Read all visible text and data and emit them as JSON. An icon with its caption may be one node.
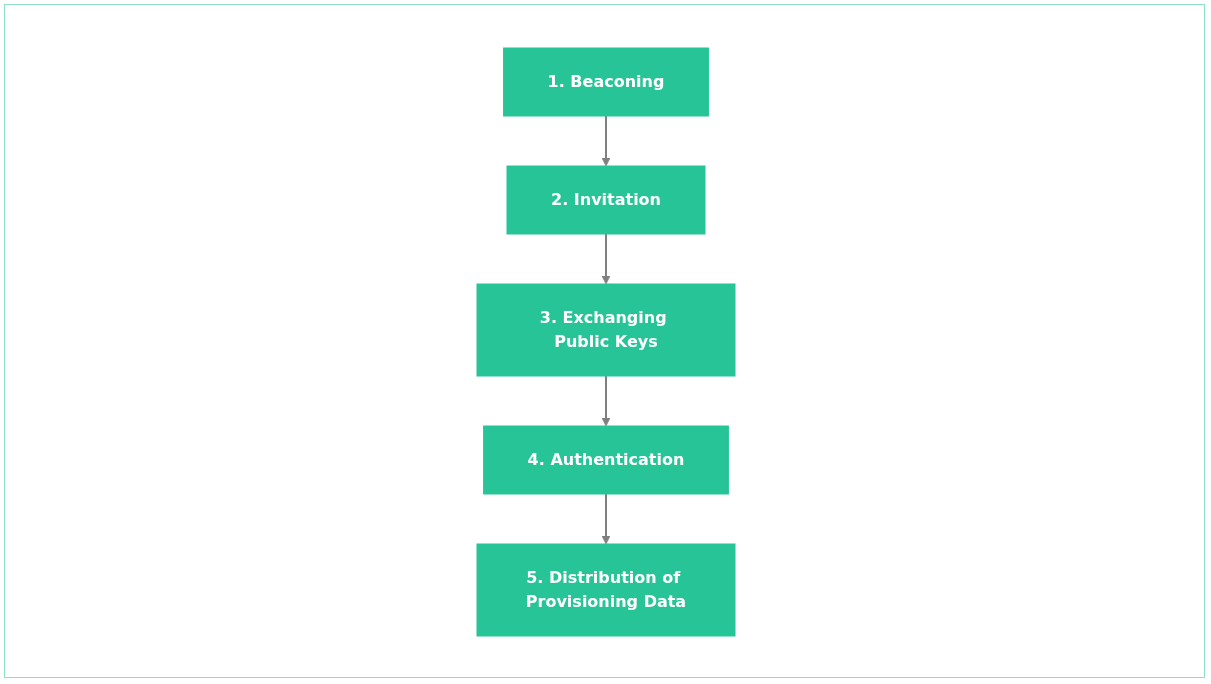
{
  "diagram": {
    "nodes": [
      {
        "text": [
          "1. Beaconing"
        ]
      },
      {
        "text": [
          "2. Invitation"
        ]
      },
      {
        "text": [
          "3. Exchanging Public Keys"
        ]
      },
      {
        "text": [
          "4. Authentication"
        ]
      },
      {
        "text": [
          "5. Distribution of Provisioning Data"
        ]
      }
    ],
    "edges": [
      {
        "from": 0,
        "to": 1,
        "arrow": "to"
      },
      {
        "from": 1,
        "to": 2,
        "arrow": "to"
      },
      {
        "from": 2,
        "to": 3,
        "arrow": "to"
      },
      {
        "from": 3,
        "to": 4,
        "arrow": "to"
      }
    ]
  }
}
